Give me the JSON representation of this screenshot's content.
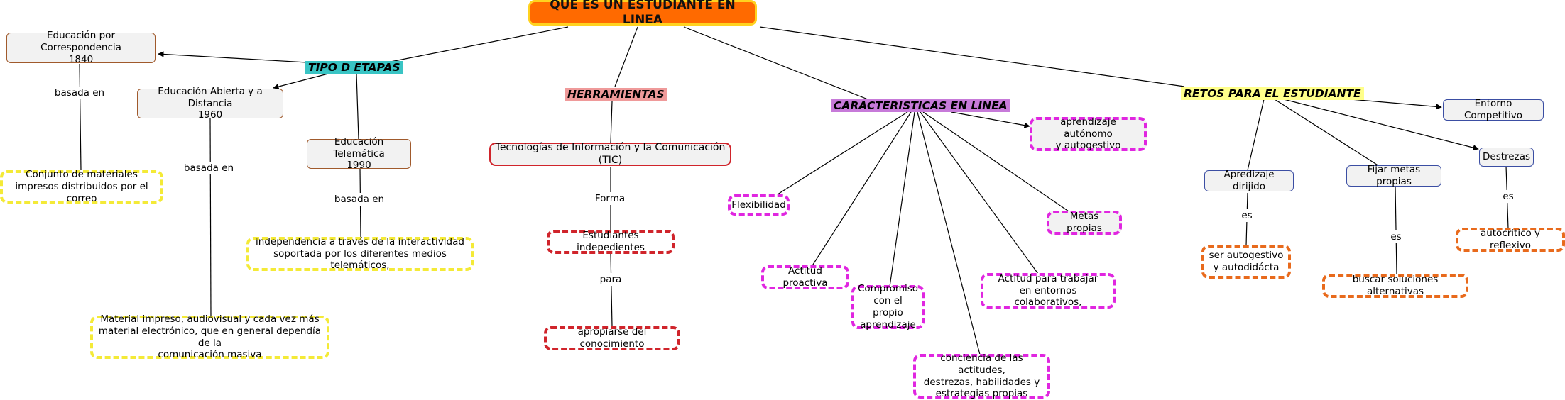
{
  "title": "QUE ES UN ESTUDIANTE EN LINEA",
  "headings": {
    "etapas": "TIPO D ETAPAS",
    "herramientas": "HERRAMIENTAS",
    "caracteristicas": "CARACTERISTICAS EN LINEA",
    "retos": "RETOS PARA EL ESTUDIANTE"
  },
  "etapas": {
    "correspondencia": "Educación por Correspondencia\n1840",
    "abierta": "Educación Abierta y a Distancia\n1960",
    "telematica": "Educación Telemática\n1990",
    "materiales_impresos": "Conjunto de materiales\nimpresos distribuidos por el correo",
    "material_electronico": "Material impreso, audiovisual y cada vez más\nmaterial electrónico, que en general dependía de la\ncomunicación masiva",
    "independencia": "independencia a través de la interactividad\nsoportada por los diferentes medios telemáticos,"
  },
  "herramientas": {
    "tic": "Tecnologías de Información y la Comunicación (TIC)",
    "estudiantes": "Estudiantes indepedientes",
    "apropiarse": "apropiarse del conocimiento"
  },
  "caracteristicas": {
    "autonomo": "aprendizaje autónomo\ny autogestivo",
    "flexibilidad": "Flexibilidad",
    "metas": "Metas propias",
    "proactiva": "Actitud proactiva",
    "compromiso": "Compromiso\ncon el propio\naprendizaje",
    "colaborativos": "Actitud para trabajar\nen entornos colaborativos,",
    "conciencia": "conciencia de las actitudes,\ndestrezas, habilidades y\nestrategias propias"
  },
  "retos": {
    "entorno": "Entorno Competitivo",
    "destrezas": "Destrezas",
    "dirigido": "Apredizaje dirijido",
    "fijar": "Fijar metas propias",
    "autogestivo": "ser autogestivo\ny autodidácta",
    "soluciones": "buscar soluciones alternativas",
    "autocritico": "autocritico y reflexivo"
  },
  "link_labels": {
    "basada_en_1": "basada en",
    "basada_en_2": "basada en",
    "basada_en_3": "basada en",
    "forma": "Forma",
    "para": "para",
    "es_1": "es",
    "es_2": "es",
    "es_3": "es"
  },
  "colors": {
    "title_fill": "#ff6a00",
    "title_border": "#ffd21f",
    "cyan": "#39c4c4",
    "pink": "#ef9a9a",
    "violet": "#c77ad9",
    "yellow_dash": "#f4ea37",
    "red": "#d0242b",
    "magenta": "#e026e0",
    "orange": "#e86a1c",
    "blue": "#3b4ea3"
  }
}
